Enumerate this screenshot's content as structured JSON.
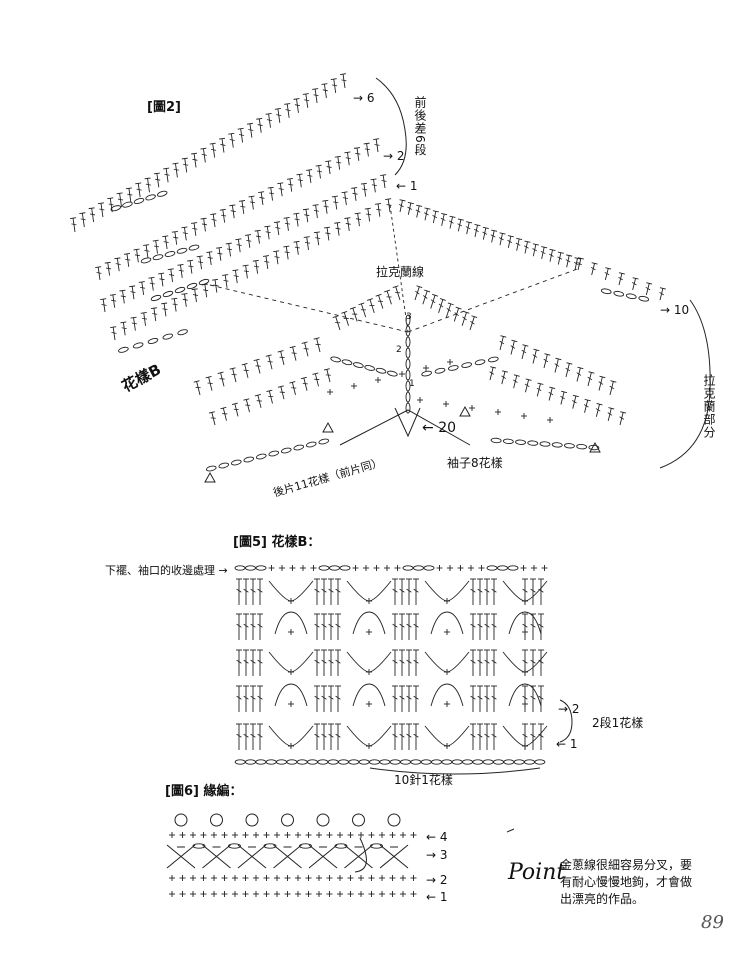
{
  "fig2": {
    "title": "[圖2]",
    "row_6": "6",
    "row_2": "2",
    "row_1": "1",
    "row_10": "10",
    "row_20": "20",
    "bracket_front_back": "前後差6段",
    "raglan_line": "拉克蘭線",
    "raglan_part": "拉克蘭部分",
    "pattern_b": "花樣B",
    "back_label": "後片11花樣（前片同）",
    "sleeve_label": "袖子8花樣",
    "sub_3": "3",
    "sub_2": "2",
    "sub_1": "1"
  },
  "fig5": {
    "title": "[圖5] 花樣B：",
    "edge_note": "下襬、袖口的收邊處理",
    "row_2": "2",
    "row_1": "1",
    "repeat_rows": "2段1花樣",
    "repeat_sts": "10針1花樣"
  },
  "fig6": {
    "title": "[圖6] 緣編：",
    "rows": [
      "4",
      "3",
      "2",
      "1"
    ]
  },
  "point": {
    "word": "Point",
    "lines": [
      "金蔥線很細容易分叉，要",
      "有耐心慢慢地鉤，才會做",
      "出漂亮的作品。"
    ]
  },
  "page_number": "89"
}
